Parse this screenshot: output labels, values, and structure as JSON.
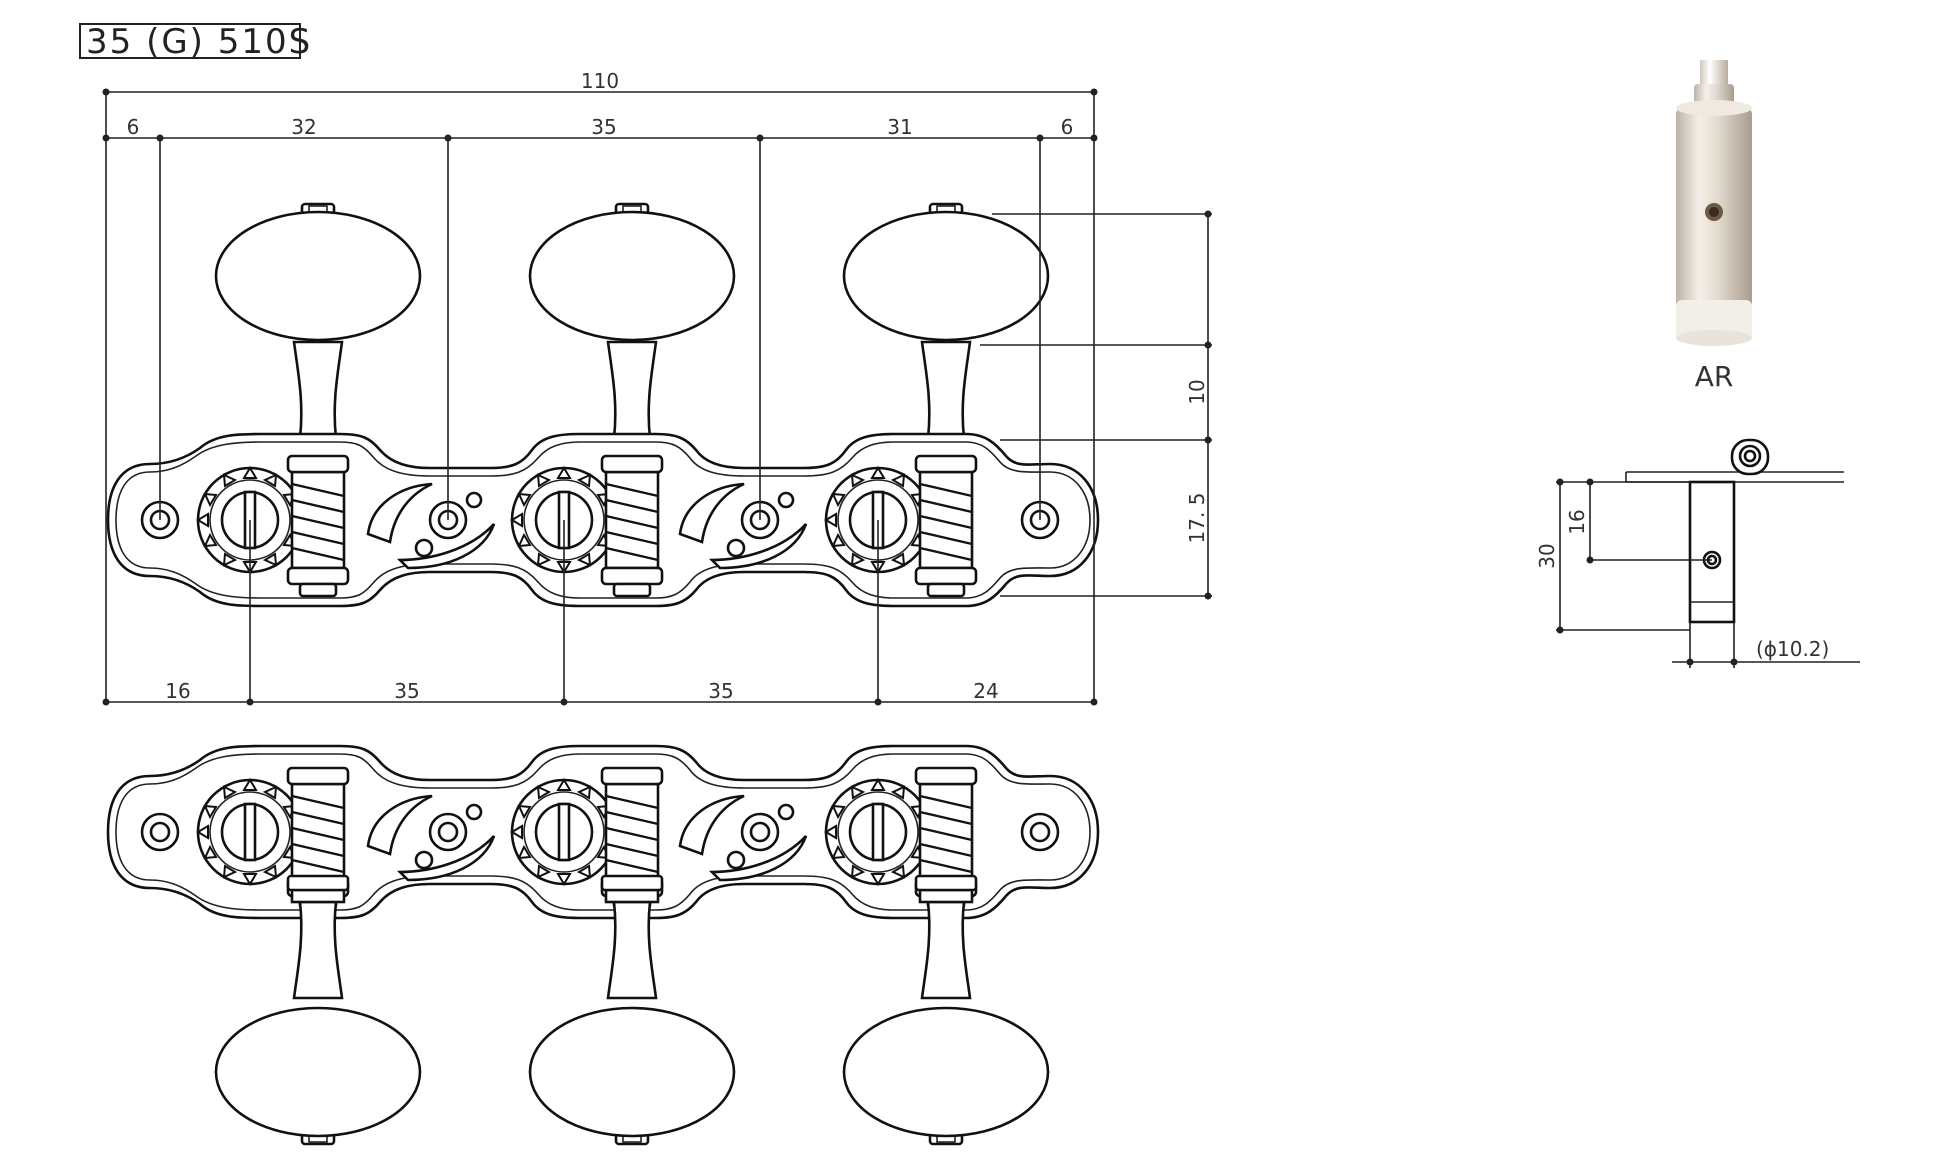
{
  "title": "35 (G) 510S",
  "top_dimensions": {
    "overall": "110",
    "left_edge": "6",
    "span_1": "32",
    "span_2": "35",
    "span_3": "31",
    "right_edge": "6"
  },
  "bottom_dimensions": {
    "d1": "16",
    "d2": "35",
    "d3": "35",
    "d4": "24"
  },
  "right_dimensions": {
    "post_height": "10",
    "plate_height": "17. 5"
  },
  "bushing": {
    "label": "AR",
    "height": "30",
    "hole_height": "16",
    "diameter": "(ϕ10.2)"
  }
}
